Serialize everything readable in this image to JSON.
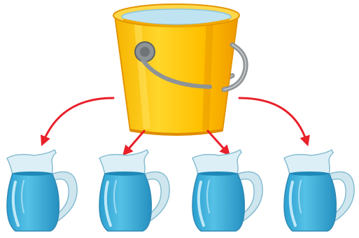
{
  "scene": {
    "bucket": {
      "icon": "bucket-icon",
      "body_color": "#FFC000",
      "rim_color": "#FFD84A",
      "water_color": "#BFE3F0",
      "handle_color": "#8E9396"
    },
    "pitchers": [
      {
        "icon": "pitcher-icon",
        "index": 1
      },
      {
        "icon": "pitcher-icon",
        "index": 2
      },
      {
        "icon": "pitcher-icon",
        "index": 3
      },
      {
        "icon": "pitcher-icon",
        "index": 4
      }
    ],
    "pitcher_colors": {
      "water": "#3FB0DA",
      "water_dark": "#1E94C4",
      "glass": "#D6ECF4",
      "outline": "#7FB6CC"
    },
    "arrow_color": "#E8202A",
    "arrow_count": 4
  }
}
